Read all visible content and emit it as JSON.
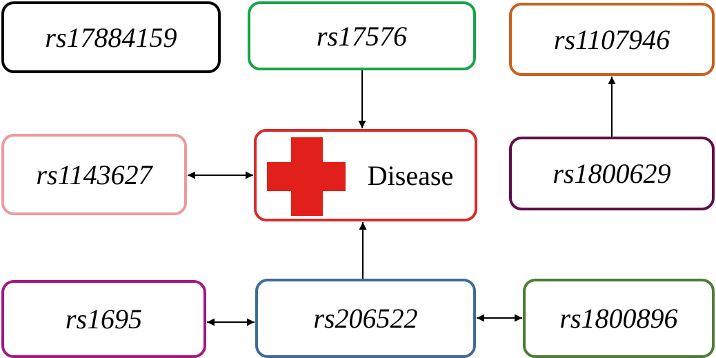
{
  "diagram": {
    "nodes": [
      {
        "id": "rs17884159",
        "label": "rs17884159",
        "border_color": "#000000"
      },
      {
        "id": "rs17576",
        "label": "rs17576",
        "border_color": "#17a34a"
      },
      {
        "id": "rs1107946",
        "label": "rs1107946",
        "border_color": "#c8601e"
      },
      {
        "id": "rs1143627",
        "label": "rs1143627",
        "border_color": "#ec9a9a"
      },
      {
        "id": "disease",
        "label": "Disease",
        "border_color": "#d72b2b",
        "icon": "red-cross-icon",
        "icon_color": "#e2201b"
      },
      {
        "id": "rs1800629",
        "label": "rs1800629",
        "border_color": "#5e0e4a"
      },
      {
        "id": "rs1695",
        "label": "rs1695",
        "border_color": "#a3187f"
      },
      {
        "id": "rs206522",
        "label": "rs206522",
        "border_color": "#3e6b98"
      },
      {
        "id": "rs1800896",
        "label": "rs1800896",
        "border_color": "#4e7d35"
      }
    ],
    "edges": [
      {
        "from": "rs17576",
        "to": "disease",
        "type": "directed"
      },
      {
        "from": "rs1800629",
        "to": "rs1107946",
        "type": "directed"
      },
      {
        "from": "rs1143627",
        "to": "disease",
        "type": "bidirectional"
      },
      {
        "from": "rs206522",
        "to": "disease",
        "type": "directed"
      },
      {
        "from": "rs1695",
        "to": "rs206522",
        "type": "bidirectional"
      },
      {
        "from": "rs206522",
        "to": "rs1800896",
        "type": "bidirectional"
      }
    ]
  }
}
